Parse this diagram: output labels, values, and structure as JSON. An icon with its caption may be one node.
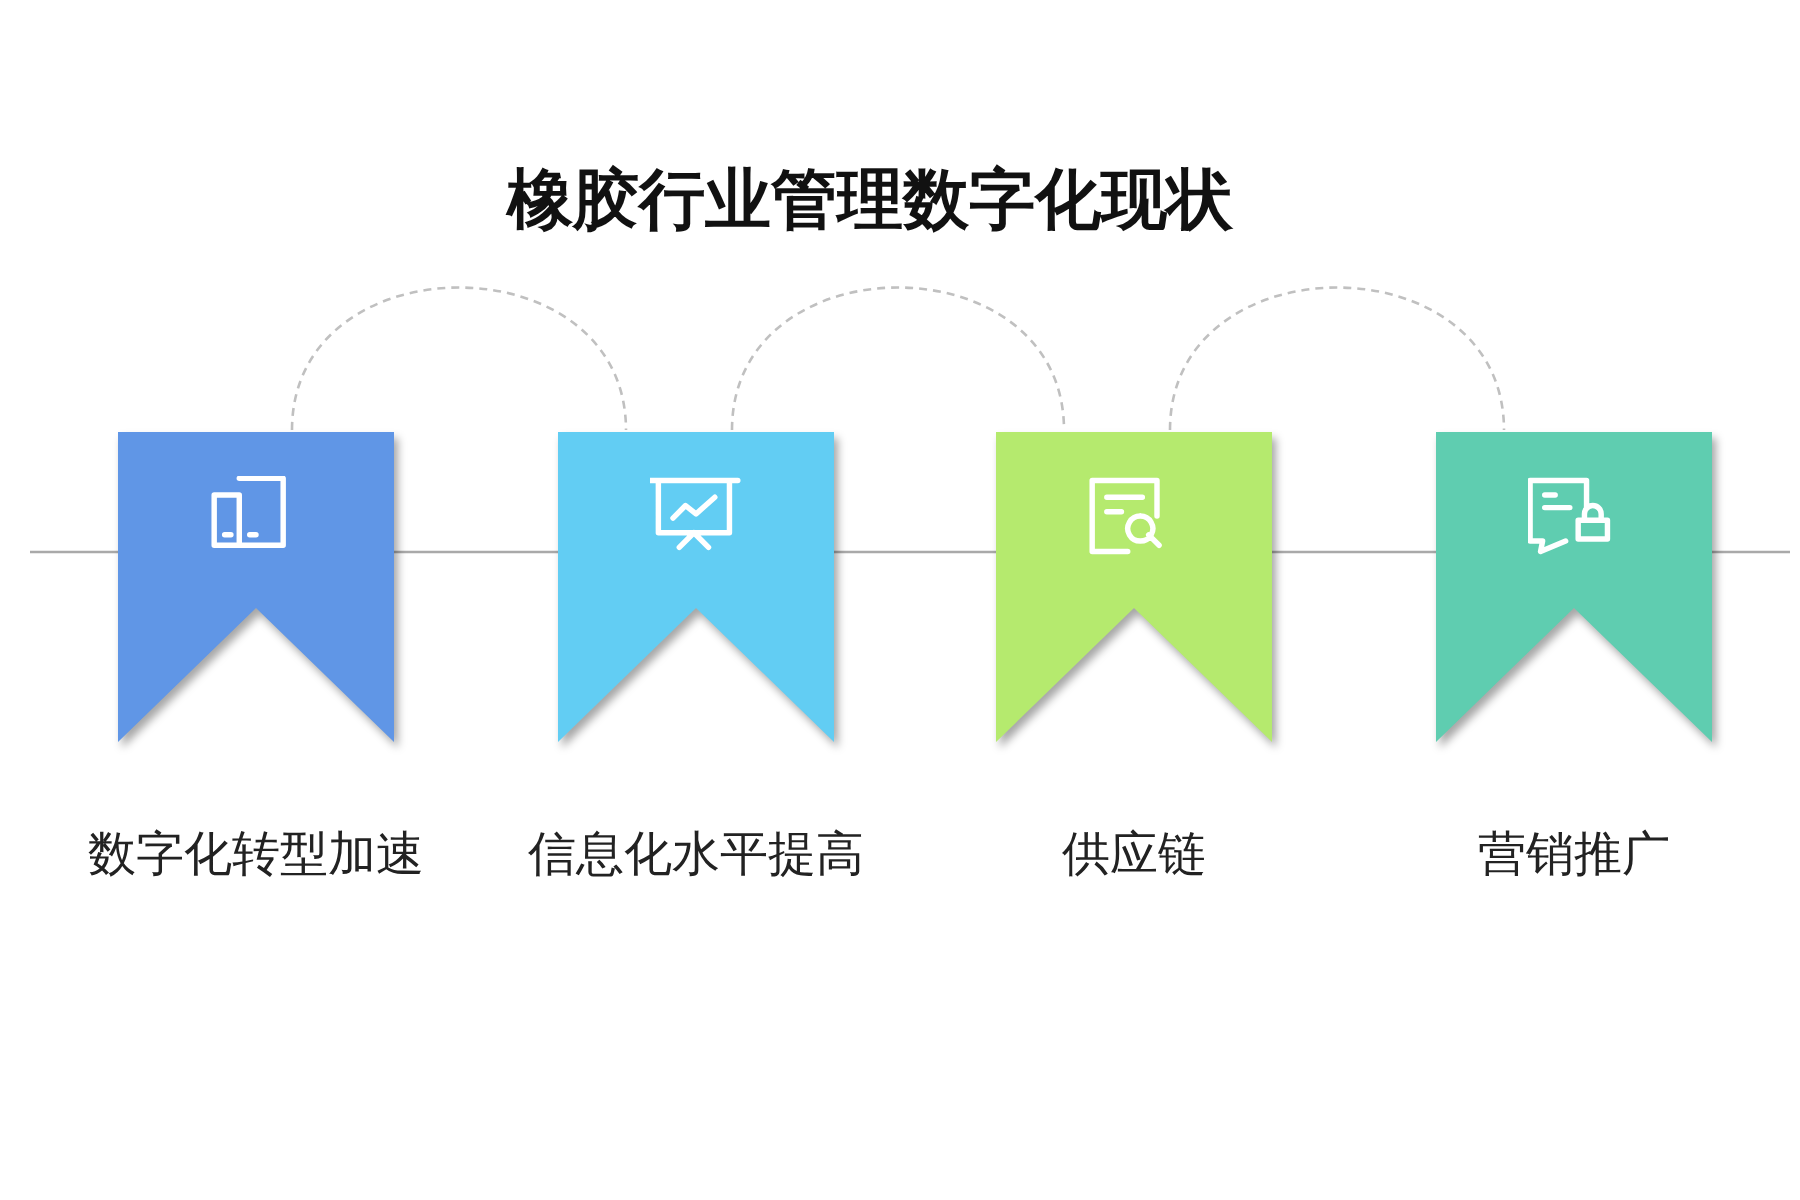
{
  "diagram": {
    "title": "橡胶行业管理数字化现状",
    "nodes": [
      {
        "text": [
          "数字化转型加速"
        ]
      },
      {
        "text": [
          "信息化水平提高"
        ]
      },
      {
        "text": [
          "供应链"
        ]
      },
      {
        "text": [
          "营销推广"
        ]
      }
    ],
    "edges": [
      {
        "from": 0,
        "to": 1,
        "arrow": "none",
        "style": "dashed"
      },
      {
        "from": 1,
        "to": 2,
        "arrow": "none",
        "style": "dashed"
      },
      {
        "from": 2,
        "to": 3,
        "arrow": "none",
        "style": "dashed"
      }
    ]
  }
}
